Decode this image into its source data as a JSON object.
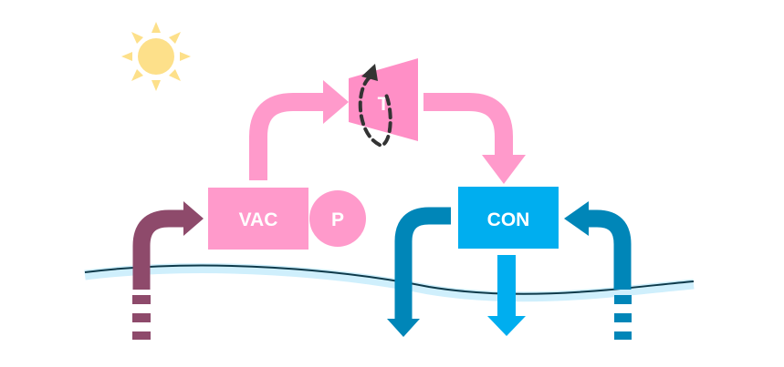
{
  "components": {
    "vac": {
      "label": "VAC"
    },
    "pump": {
      "label": "P"
    },
    "turbine": {
      "label": "T"
    },
    "condenser": {
      "label": "CON"
    }
  },
  "colors": {
    "working_fluid": "#FF9ACB",
    "turbine_body": "#FF8FC6",
    "condenser": "#00AEEF",
    "cooling_water": "#0086B8",
    "warm_inflow": "#8E4A6B",
    "sun": "#FDE08A",
    "sea_surface": "#CFEFFC",
    "sea_line": "#0E3A4A",
    "rotation_arrow": "#333333"
  },
  "icons": {
    "sun": "sun-icon",
    "rotation": "rotation-arrow-icon"
  }
}
